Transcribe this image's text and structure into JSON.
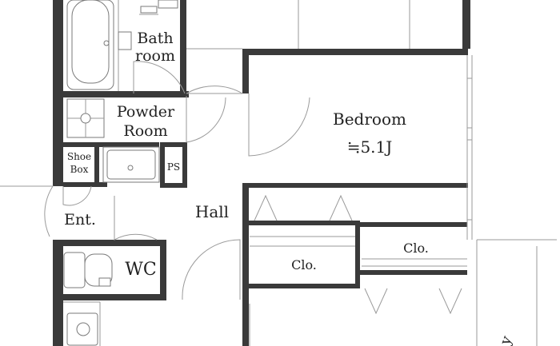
{
  "floorplan": {
    "rooms": {
      "bath": {
        "line1": "Bath",
        "line2": "room"
      },
      "powder": {
        "line1": "Powder",
        "line2": "Room"
      },
      "shoe_box": {
        "line1": "Shoe",
        "line2": "Box"
      },
      "ps": "PS",
      "entrance": "Ent.",
      "hall": "Hall",
      "wc": "WC",
      "bedroom": {
        "name": "Bedroom",
        "size": "≒5.1J"
      },
      "closet_left": "Clo.",
      "closet_right": "Clo.",
      "balcony_partial": "y"
    }
  }
}
